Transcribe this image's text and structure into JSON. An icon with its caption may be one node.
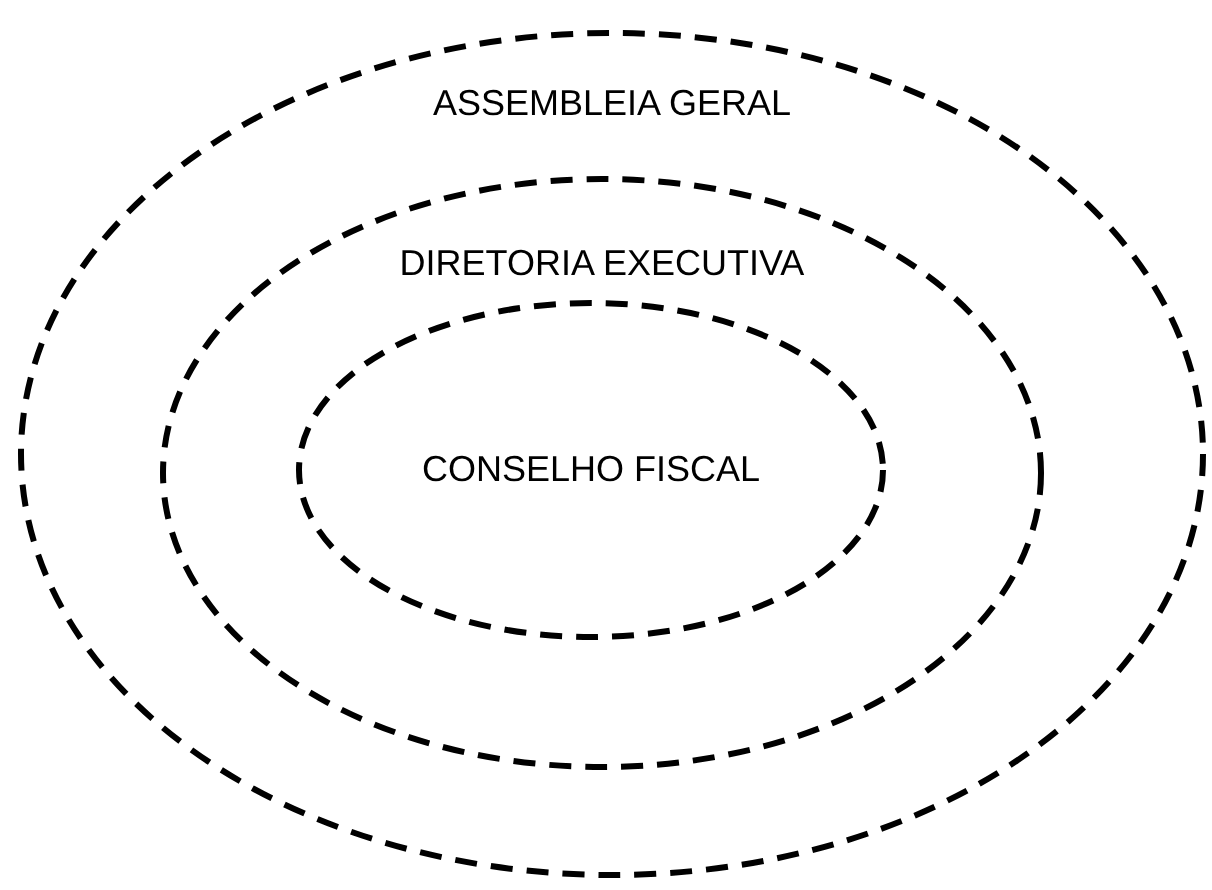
{
  "diagram": {
    "nodes": [
      {
        "text": [
          "ASSEMBLEIA GERAL"
        ]
      },
      {
        "text": [
          "DIRETORIA EXECUTIVA"
        ],
        "in": 0
      },
      {
        "text": [
          "CONSELHO FISCAL"
        ],
        "in": 1
      }
    ]
  }
}
